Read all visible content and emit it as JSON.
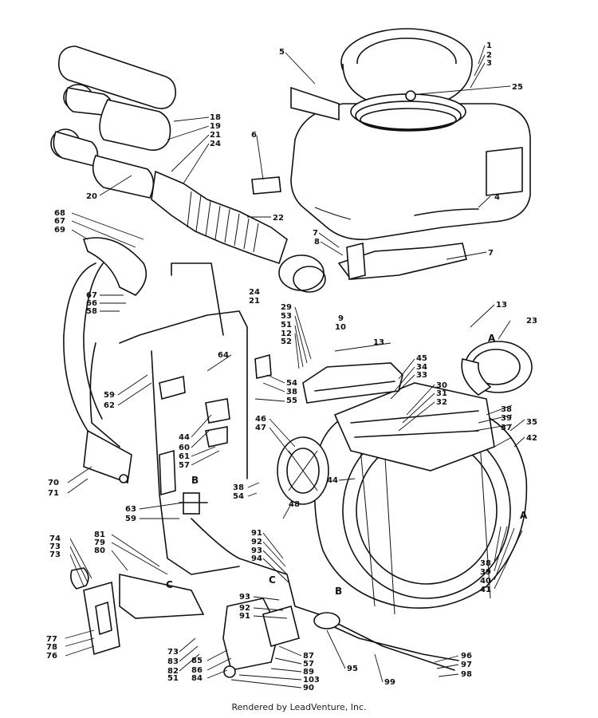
{
  "footer": {
    "credit": "Rendered by LeadVenture, Inc."
  },
  "callouts": [
    "1",
    "2",
    "3",
    "25",
    "5",
    "6",
    "4",
    "18",
    "19",
    "21",
    "24",
    "20",
    "22",
    "7",
    "8",
    "7",
    "24",
    "21",
    "9",
    "10",
    "13",
    "68",
    "67",
    "69",
    "67",
    "66",
    "58",
    "29",
    "53",
    "51",
    "12",
    "52",
    "13",
    "23",
    "45",
    "34",
    "33",
    "64",
    "54",
    "38",
    "55",
    "30",
    "31",
    "32",
    "38",
    "39",
    "37",
    "35",
    "42",
    "59",
    "62",
    "46",
    "47",
    "44",
    "60",
    "61",
    "57",
    "70",
    "71",
    "38",
    "54",
    "44",
    "48",
    "63",
    "59",
    "74",
    "73",
    "73",
    "81",
    "79",
    "80",
    "91",
    "92",
    "93",
    "94",
    "77",
    "78",
    "76",
    "73",
    "83",
    "82",
    "51",
    "93",
    "92",
    "91",
    "85",
    "86",
    "84",
    "87",
    "57",
    "89",
    "103",
    "90",
    "95",
    "99",
    "96",
    "97",
    "98",
    "38",
    "39",
    "40",
    "41"
  ],
  "reference_letters": [
    "A",
    "A",
    "B",
    "B",
    "C",
    "C"
  ]
}
